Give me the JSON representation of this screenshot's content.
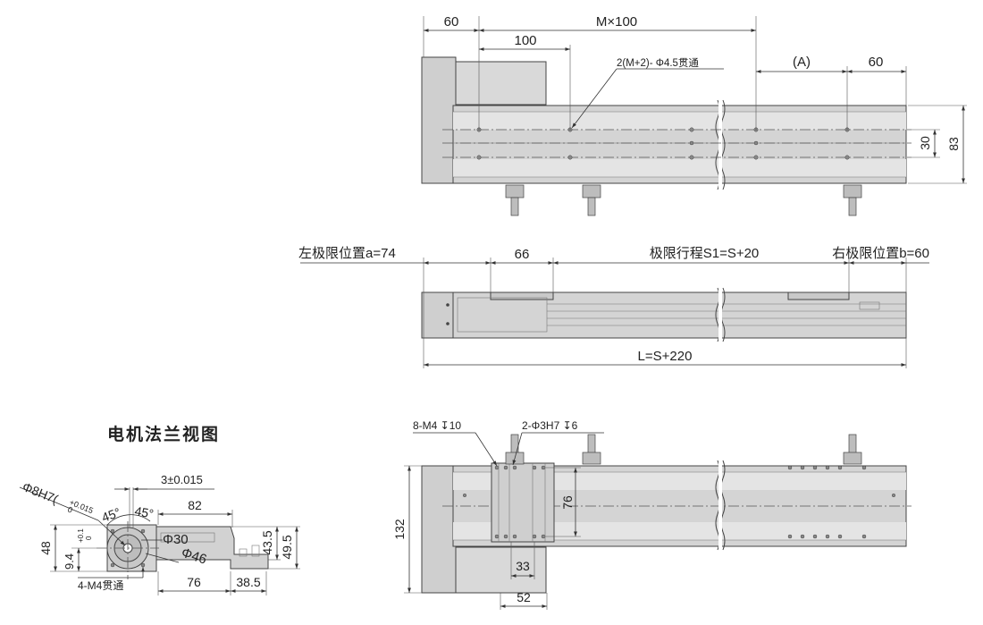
{
  "top_view": {
    "dim_60_left": "60",
    "dim_m100": "M×100",
    "dim_100": "100",
    "dim_a": "(A)",
    "dim_60_right": "60",
    "dim_30": "30",
    "dim_83": "83",
    "hole_note": "2(M+2)- Φ4.5贯通"
  },
  "side_view": {
    "left_limit": "左极限位置a=74",
    "dim_66": "66",
    "stroke": "极限行程S1=S+20",
    "right_limit": "右极限位置b=60",
    "length": "L=S+220"
  },
  "bottom_view": {
    "thread_note": "8-M4 ↧10",
    "pin_note": "2-Φ3H7 ↧6",
    "dim_76": "76",
    "dim_132": "132",
    "dim_33": "33",
    "dim_52": "52"
  },
  "flange": {
    "title": "电机法兰视图",
    "tol_3": "3±0.015",
    "dim_82": "82",
    "bore": "Φ8H7(",
    "bore_tol_upper": "+0.015",
    "bore_tol_lower": "0",
    "angle_1": "45°",
    "angle_2": "45°",
    "phi_30": "Φ30",
    "phi_46": "Φ46",
    "dim_48": "48",
    "dim_94": "9.4",
    "dim_94_tol_upper": "+0.1",
    "dim_94_tol_lower": "0",
    "dim_435": "43.5",
    "dim_495": "49.5",
    "holes": "4-M4贯通",
    "dim_76": "76",
    "dim_385": "38.5"
  }
}
